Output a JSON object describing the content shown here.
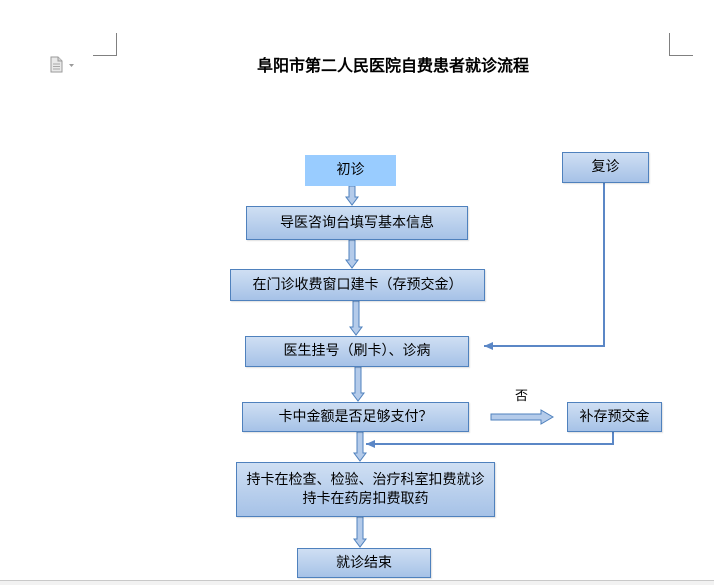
{
  "document": {
    "title": "阜阳市第二人民医院自费患者就诊流程",
    "smart_tag_icon": "document-icon",
    "smart_tag_dropdown_icon": "chevron-down-icon"
  },
  "flowchart": {
    "first_visit": "初诊",
    "return_visit": "复诊",
    "guide_desk": "导医咨询台填写基本信息",
    "create_card": "在门诊收费窗口建卡（存预交金）",
    "registration": "医生挂号（刷卡）、诊病",
    "balance_check": "卡中金额是否足够支付？",
    "no_label": "否",
    "top_up": "补存预交金",
    "deduct_lines": [
      "持卡在检查、检验、治疗科室扣费就诊",
      "持卡在药房扣费取药"
    ],
    "finish": "就诊结束"
  },
  "colors": {
    "first_visit_fill": "#99ccff",
    "box_fill_top": "#cfdff3",
    "box_fill_bottom": "#a6c2e7",
    "box_border": "#4f81bd",
    "arrow_fill": "#b4cbea",
    "connector": "#5b87c6",
    "crop_mark": "#808080"
  }
}
